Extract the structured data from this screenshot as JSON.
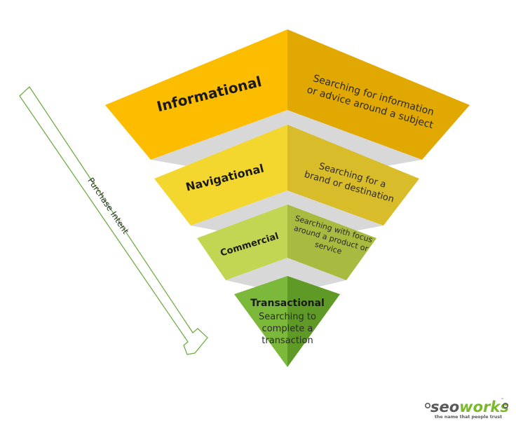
{
  "levels": [
    {
      "title": "Informational",
      "description_lines": [
        "Searching for information",
        "or advice around a subject"
      ],
      "left_color": "#fcbd00",
      "right_color": "#e0a800"
    },
    {
      "title": "Navigational",
      "description_lines": [
        "Searching for a",
        "brand or destination"
      ],
      "left_color": "#f3d62e",
      "right_color": "#d9bc2a"
    },
    {
      "title": "Commercial",
      "description_lines": [
        "Searching with focus",
        "around a product or",
        "service"
      ],
      "left_color": "#c3d653",
      "right_color": "#a8ba3f"
    },
    {
      "title": "Transactional",
      "description_lines": [
        "Searching to",
        "complete a",
        "transaction"
      ],
      "left_color": "#7cb83a",
      "right_color": "#5f9a27"
    }
  ],
  "side_arrow": {
    "label": "Purchase Intent",
    "stroke_color": "#70ad47"
  },
  "logo": {
    "brand_prefix": "seo",
    "brand_suffix": "works",
    "trademark": "™",
    "tagline": "the name that people trust",
    "gray": "#5a5a5a",
    "green": "#7ab929"
  },
  "colors": {
    "shadow": "#d8d8d8"
  }
}
